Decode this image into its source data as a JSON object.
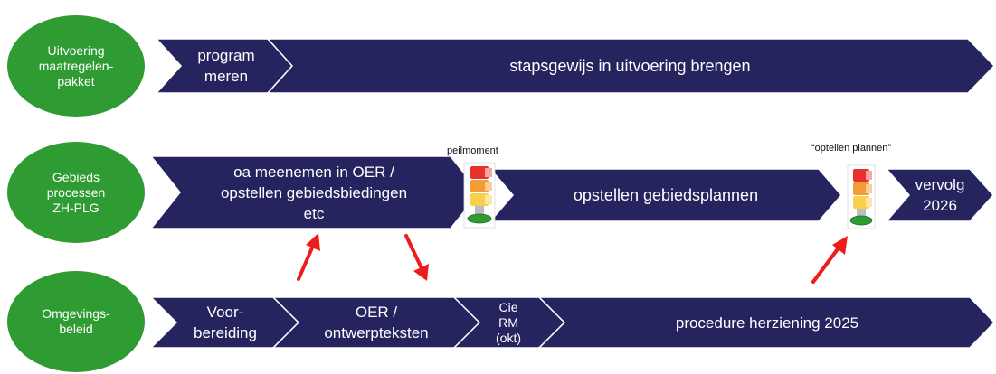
{
  "colors": {
    "ellipse": "#2e9b33",
    "chevron": "#26245e",
    "chevron_edge": "#ffffff",
    "arrow": "#ee1c1c",
    "light_red": "#e8312d",
    "light_orange": "#f39b35",
    "light_yellow": "#f7d14b",
    "light_base": "#2e9b33"
  },
  "rows": [
    {
      "label": "Uitvoering\nmaatregelen-\npakket",
      "steps": [
        "program\nmeren",
        "stapsgewijs in uitvoering brengen"
      ]
    },
    {
      "label": "Gebieds\nprocessen\nZH-PLG",
      "steps": [
        "oa meenemen in OER /\nopstellen gebiedsbiedingen\netc",
        "opstellen gebiedsplannen",
        "vervolg\n2026"
      ]
    },
    {
      "label": "Omgevings-\nbeleid",
      "steps": [
        "Voor-\nbereiding",
        "OER /\nontwerpteksten",
        "Cie\nRM\n(okt)",
        "procedure herziening 2025"
      ]
    }
  ],
  "milestones": [
    {
      "label": "peilmoment",
      "icon": "traffic-light-icon"
    },
    {
      "label": "“optellen plannen”",
      "icon": "traffic-light-icon"
    }
  ],
  "arrows": [
    "arrow-up-icon",
    "arrow-down-icon",
    "arrow-up-icon"
  ]
}
